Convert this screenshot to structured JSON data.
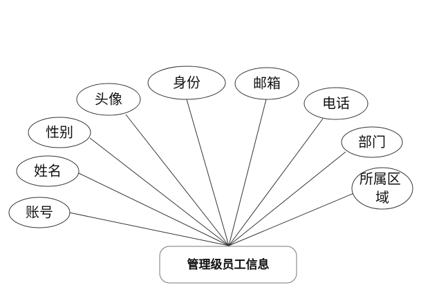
{
  "entity": {
    "label": "管理级员工信息"
  },
  "attributes": [
    {
      "label": "账号"
    },
    {
      "label": "姓名"
    },
    {
      "label": "性别"
    },
    {
      "label": "头像"
    },
    {
      "label": "身份"
    },
    {
      "label": "邮箱"
    },
    {
      "label": "电话"
    },
    {
      "label": "部门"
    },
    {
      "label": "所属区域"
    }
  ]
}
